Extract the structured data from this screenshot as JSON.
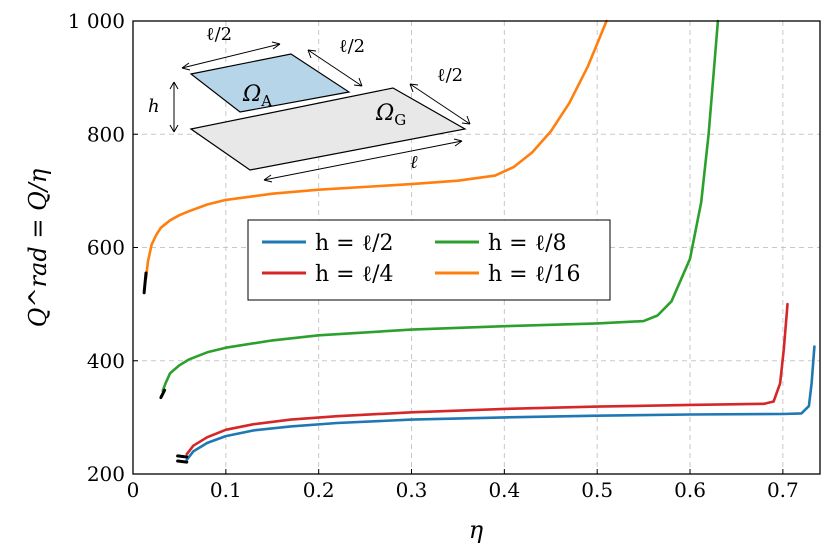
{
  "chart_data": {
    "type": "line",
    "xlabel": "η",
    "ylabel": "Q^rad = Q/η",
    "xlim": [
      0,
      0.74
    ],
    "ylim": [
      200,
      1000
    ],
    "grid": true,
    "legend_position": "center",
    "x_ticks": [
      "0",
      "0.1",
      "0.2",
      "0.3",
      "0.4",
      "0.5",
      "0.6",
      "0.7"
    ],
    "y_ticks": [
      "200",
      "400",
      "600",
      "800",
      "1 000"
    ],
    "series": [
      {
        "name": "h = ℓ/2",
        "color": "#1f77b4",
        "x": [
          0.058,
          0.065,
          0.08,
          0.1,
          0.13,
          0.17,
          0.22,
          0.3,
          0.4,
          0.5,
          0.6,
          0.7,
          0.72,
          0.728,
          0.731,
          0.734
        ],
        "y": [
          225,
          240,
          255,
          267,
          277,
          284,
          290,
          296,
          300,
          303,
          305,
          306,
          307,
          320,
          360,
          425
        ]
      },
      {
        "name": "h = ℓ/4",
        "color": "#d62728",
        "x": [
          0.058,
          0.065,
          0.08,
          0.1,
          0.13,
          0.17,
          0.22,
          0.3,
          0.4,
          0.5,
          0.6,
          0.68,
          0.69,
          0.697,
          0.701,
          0.705
        ],
        "y": [
          235,
          250,
          265,
          278,
          288,
          296,
          302,
          309,
          315,
          319,
          322,
          324,
          328,
          360,
          420,
          500
        ]
      },
      {
        "name": "h = ℓ/8",
        "color": "#2ca02c",
        "x": [
          0.032,
          0.035,
          0.04,
          0.05,
          0.06,
          0.08,
          0.1,
          0.15,
          0.2,
          0.3,
          0.4,
          0.5,
          0.55,
          0.565,
          0.58,
          0.6,
          0.612,
          0.62,
          0.626,
          0.63
        ],
        "y": [
          347,
          360,
          378,
          392,
          402,
          415,
          423,
          436,
          445,
          455,
          461,
          466,
          470,
          480,
          505,
          580,
          680,
          800,
          920,
          1000
        ]
      },
      {
        "name": "h = ℓ/16",
        "color": "#ff7f0e",
        "x": [
          0.014,
          0.016,
          0.02,
          0.025,
          0.03,
          0.04,
          0.05,
          0.06,
          0.08,
          0.1,
          0.15,
          0.2,
          0.3,
          0.35,
          0.39,
          0.41,
          0.43,
          0.45,
          0.47,
          0.49,
          0.5,
          0.51
        ],
        "y": [
          545,
          575,
          605,
          622,
          635,
          648,
          657,
          664,
          676,
          684,
          695,
          702,
          712,
          718,
          727,
          742,
          768,
          805,
          855,
          920,
          960,
          1000
        ]
      }
    ],
    "start_markers": [
      {
        "x": [
          0.048,
          0.058
        ],
        "y": [
          232,
          230
        ]
      },
      {
        "x": [
          0.048,
          0.058
        ],
        "y": [
          223,
          221
        ]
      },
      {
        "x": [
          0.03,
          0.034
        ],
        "y": [
          335,
          348
        ]
      },
      {
        "x": [
          0.012,
          0.014
        ],
        "y": [
          520,
          555
        ]
      }
    ],
    "inset": {
      "label_half_top": "ℓ/2",
      "label_half_right": "ℓ/2",
      "label_half_side": "ℓ/2",
      "label_full": "ℓ",
      "label_height": "h",
      "label_omega_a": "Ω",
      "label_omega_a_sub": "A",
      "label_omega_g": "Ω",
      "label_omega_g_sub": "G",
      "color_a": "#b7d5e8",
      "color_g": "#e8e8e8"
    }
  }
}
